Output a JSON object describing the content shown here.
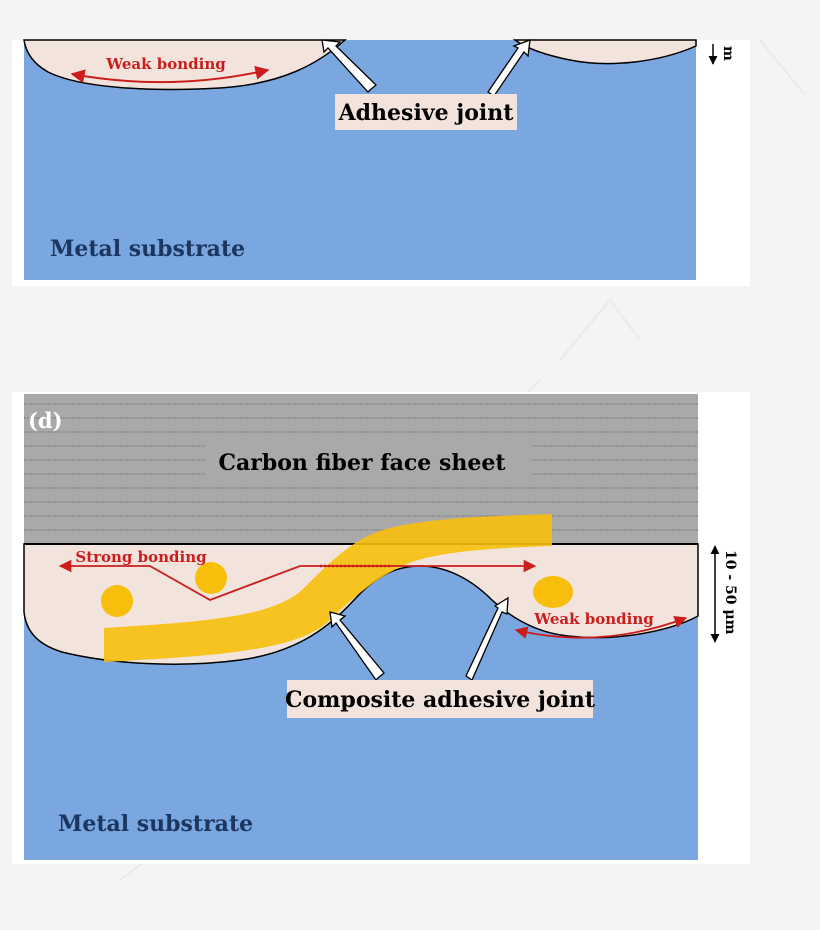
{
  "colors": {
    "background": "#f4f4f4",
    "panel_frame": "#ffffff",
    "metal": "#7ba7e0",
    "adhesive": "#f2e4dc",
    "carbon_fiber": "#a9a9a9",
    "fiber_lines": "#7a7a7a",
    "yellow_fiber": "#f7bf0c",
    "bonding_red": "#cc1d1d",
    "metal_label": "#1b3660",
    "outline": "#000000"
  },
  "panel_top": {
    "weak_bonding": "Weak bonding",
    "adhesive_joint": "Adhesive joint",
    "metal_substrate": "Metal substrate",
    "thickness_fragment": "m"
  },
  "panel_bottom": {
    "panel_label": "(d)",
    "carbon_fiber": "Carbon fiber face sheet",
    "strong_bonding": "Strong bonding",
    "weak_bonding": "Weak bonding",
    "composite_joint": "Composite adhesive joint",
    "metal_substrate": "Metal substrate",
    "thickness": "10 - 50 μm"
  }
}
